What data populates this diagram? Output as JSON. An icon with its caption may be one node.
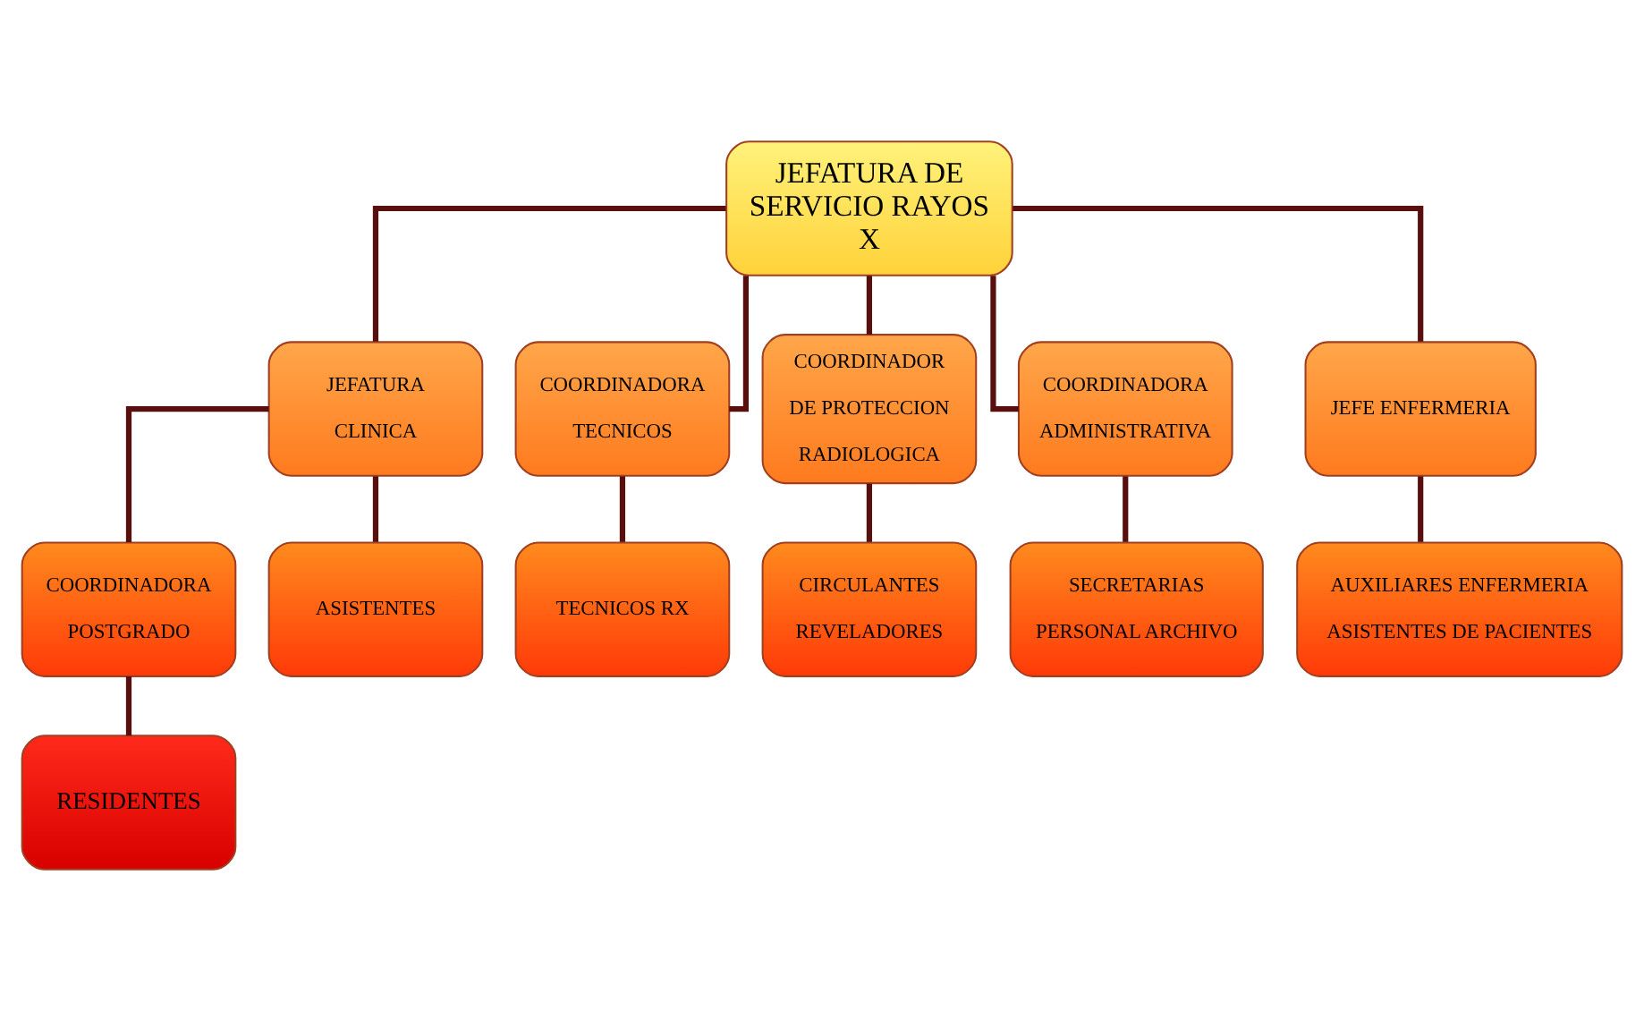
{
  "diagram": {
    "nodes": [
      {
        "text": [
          "JEFATURA DE SERVICIO RAYOS X"
        ]
      },
      {
        "text": [
          "JEFATURA",
          "CLINICA"
        ]
      },
      {
        "text": [
          "COORDINADORA",
          "TECNICOS"
        ]
      },
      {
        "text": [
          "COORDINADOR",
          "DE PROTECCION",
          "RADIOLOGICA"
        ]
      },
      {
        "text": [
          "COORDINADORA",
          "ADMINISTRATIVA"
        ]
      },
      {
        "text": [
          "JEFE ENFERMERIA"
        ]
      },
      {
        "text": [
          "COORDINADORA",
          "POSTGRADO"
        ]
      },
      {
        "text": [
          "ASISTENTES"
        ]
      },
      {
        "text": [
          "TECNICOS RX"
        ]
      },
      {
        "text": [
          "CIRCULANTES",
          "REVELADORES"
        ]
      },
      {
        "text": [
          "SECRETARIAS",
          "PERSONAL ARCHIVO"
        ]
      },
      {
        "text": [
          "AUXILIARES ENFERMERIA",
          "ASISTENTES DE PACIENTES"
        ]
      },
      {
        "text": [
          "RESIDENTES"
        ]
      }
    ],
    "edges": [
      {
        "from": 0,
        "to": 1,
        "arrow": "none"
      },
      {
        "from": 0,
        "to": 2,
        "arrow": "none"
      },
      {
        "from": 0,
        "to": 3,
        "arrow": "none"
      },
      {
        "from": 0,
        "to": 4,
        "arrow": "none"
      },
      {
        "from": 0,
        "to": 5,
        "arrow": "none"
      },
      {
        "from": 1,
        "to": 6,
        "arrow": "none"
      },
      {
        "from": 1,
        "to": 7,
        "arrow": "none"
      },
      {
        "from": 2,
        "to": 8,
        "arrow": "none"
      },
      {
        "from": 3,
        "to": 9,
        "arrow": "none"
      },
      {
        "from": 4,
        "to": 10,
        "arrow": "none"
      },
      {
        "from": 5,
        "to": 11,
        "arrow": "none"
      },
      {
        "from": 6,
        "to": 12,
        "arrow": "none"
      }
    ]
  }
}
